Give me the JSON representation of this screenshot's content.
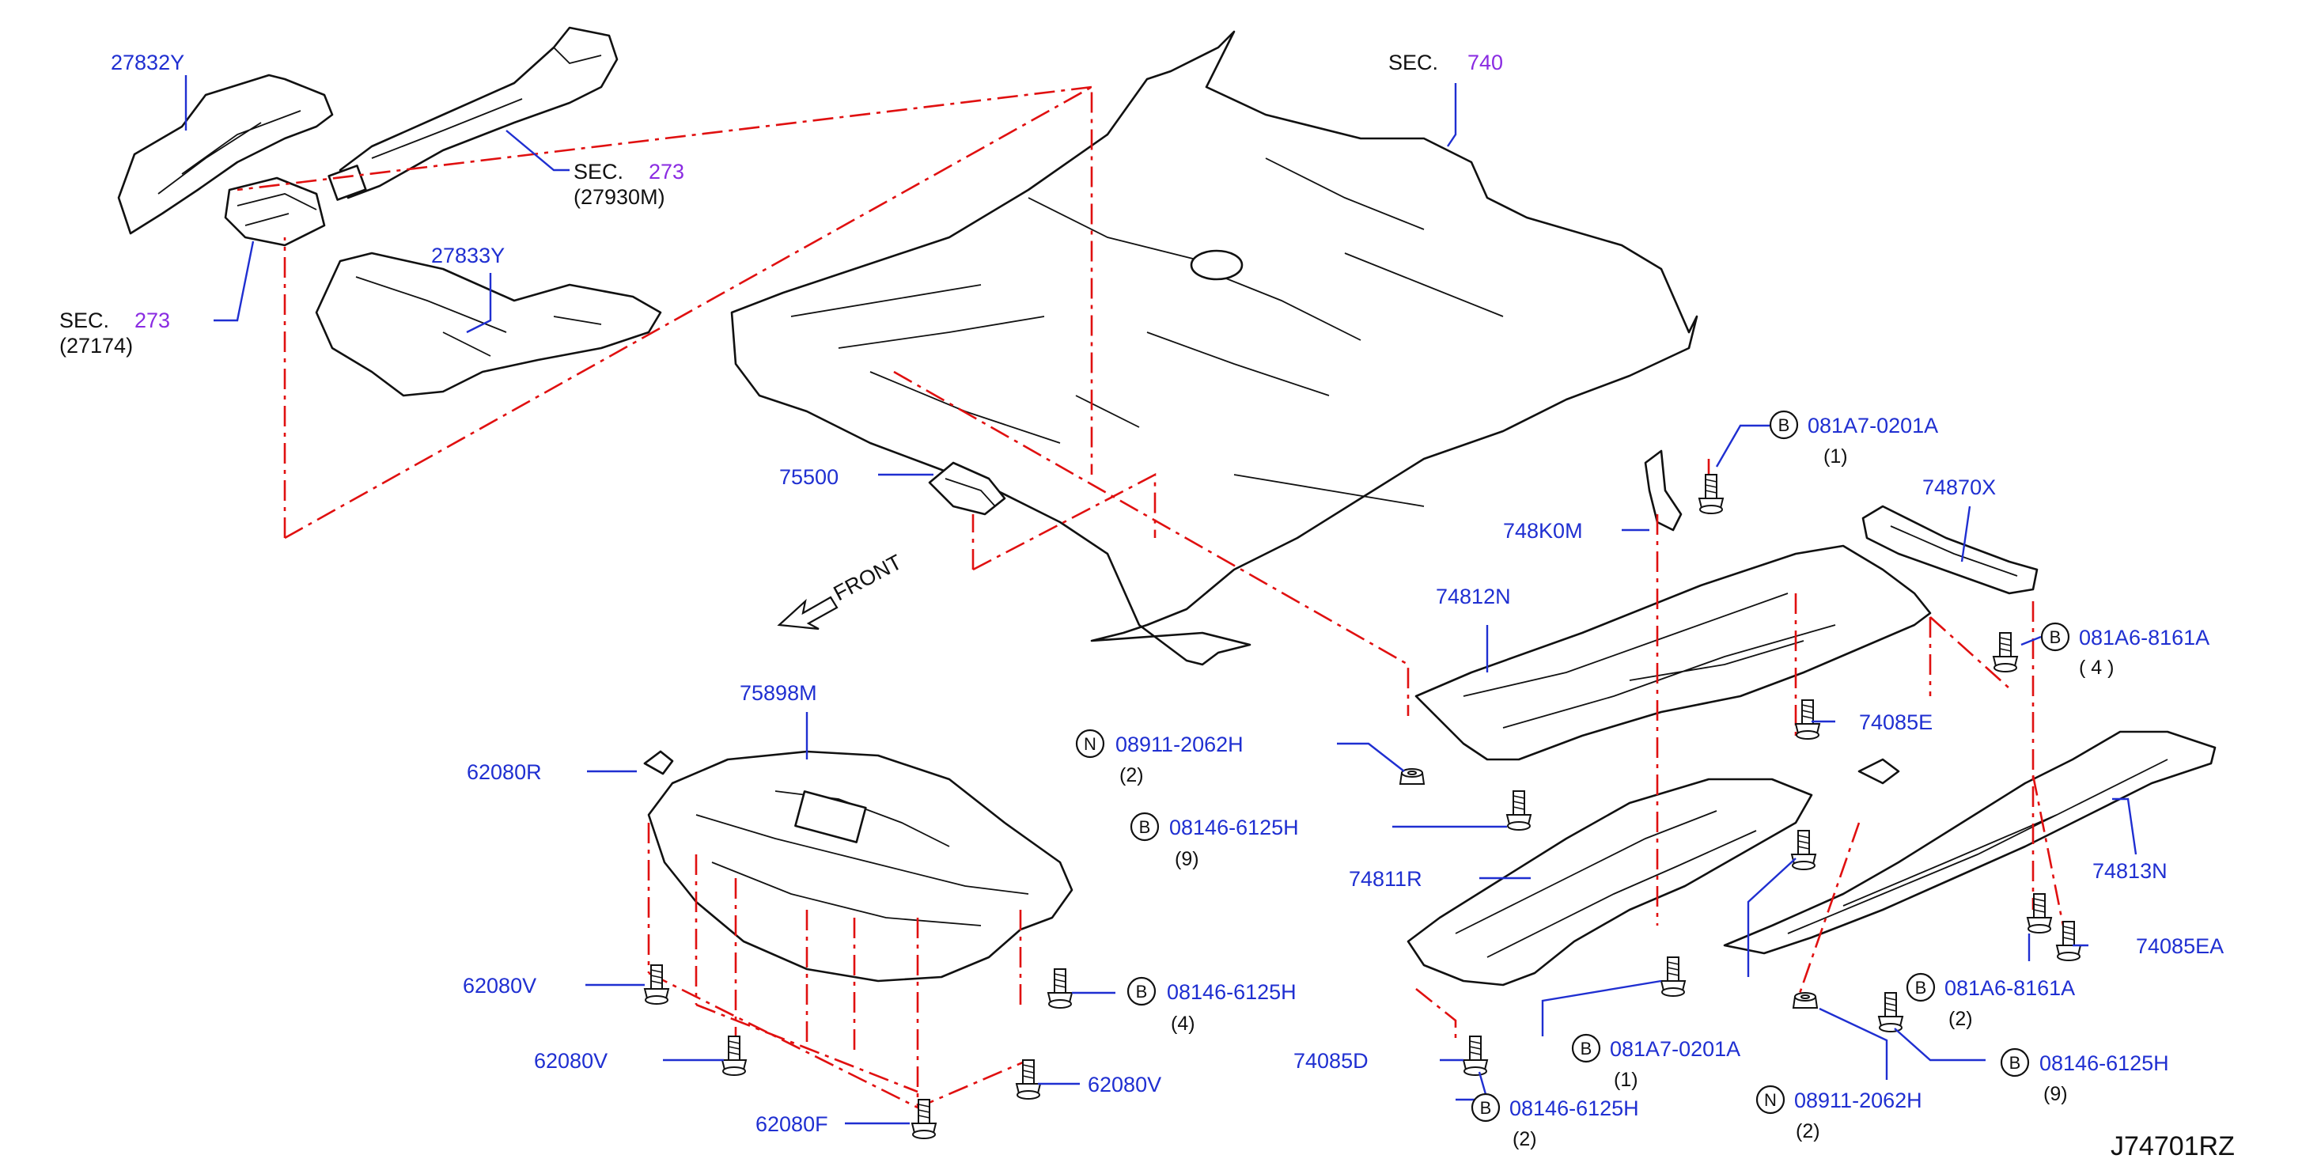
{
  "diagram_code": "J74701RZ",
  "front_label": "FRONT",
  "sec_prefix": "SEC.",
  "badges": {
    "bolt": "B",
    "nut": "N"
  },
  "labels": {
    "p27832Y": "27832Y",
    "p27833Y": "27833Y",
    "sec273_top_num": "273",
    "sec273_top_sub": "(27930M)",
    "sec273_left_num": "273",
    "sec273_left_sub": "(27174)",
    "sec740_num": "740",
    "p75500": "75500",
    "p75898M": "75898M",
    "p62080R": "62080R",
    "p62080V_a": "62080V",
    "p62080V_b": "62080V",
    "p62080V_c": "62080V",
    "p62080F": "62080F",
    "n08911_a": "08911-2062H",
    "n08911_a_qty": "(2)",
    "b08146_a": "08146-6125H",
    "b08146_a_qty": "(9)",
    "b08146_b": "08146-6125H",
    "b08146_b_qty": "(4)",
    "b081A7_top": "081A7-0201A",
    "b081A7_top_qty": "(1)",
    "p748K0M": "748K0M",
    "p74812N": "74812N",
    "p74870X": "74870X",
    "b081A6_top": "081A6-8161A",
    "b081A6_top_qty": "(  4  )",
    "p74085E": "74085E",
    "p74811R": "74811R",
    "p74813N": "74813N",
    "p74085EA": "74085EA",
    "b081A6_bot": "081A6-8161A",
    "b081A6_bot_qty": "(2)",
    "p74085D": "74085D",
    "b081A7_bot": "081A7-0201A",
    "b081A7_bot_qty": "(1)",
    "b08146_c": "08146-6125H",
    "b08146_c_qty": "(2)",
    "n08911_b": "08911-2062H",
    "n08911_b_qty": "(2)",
    "b08146_d": "08146-6125H",
    "b08146_d_qty": "(9)"
  }
}
